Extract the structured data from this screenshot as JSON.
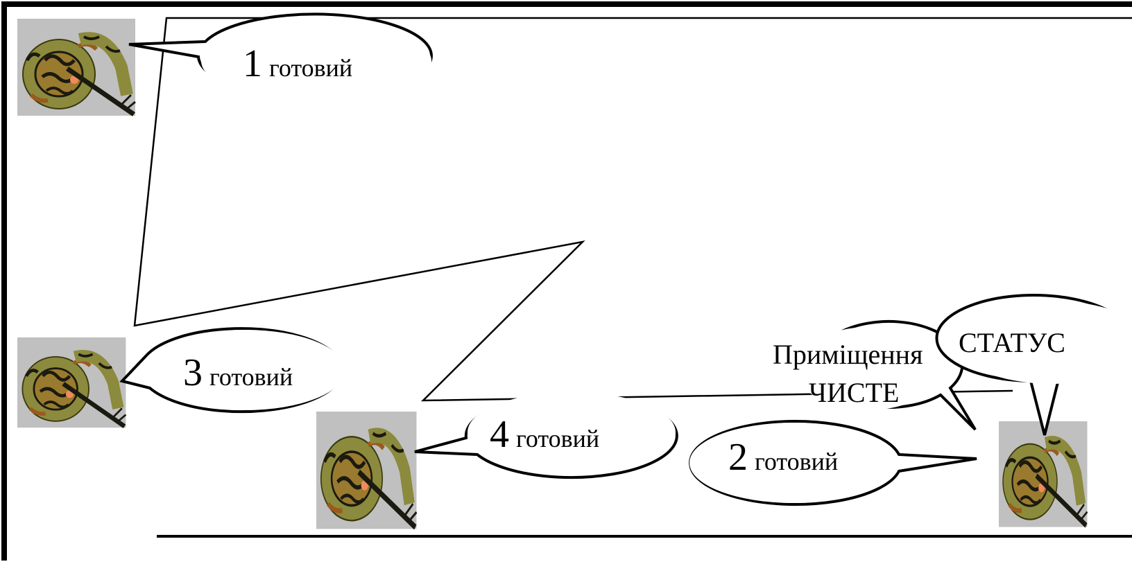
{
  "bubbles": {
    "b1": {
      "number": "1",
      "status": "готовий"
    },
    "b2": {
      "number": "2",
      "status": "готовий"
    },
    "b3": {
      "number": "3",
      "status": "готовий"
    },
    "b4": {
      "number": "4",
      "status": "готовий"
    },
    "room": {
      "line1": "Приміщення",
      "line2": "ЧИСТЕ"
    },
    "status": {
      "label": "СТАТУС"
    }
  },
  "icons": {
    "soldier": "soldier-helmet-rifle-icon"
  },
  "colors": {
    "icon_bg": "#c0c0c0",
    "camo_base": "#8c8a3c",
    "camo_brown": "#9a5a1e",
    "camo_black": "#1a1a10",
    "skin": "#f08a5a"
  }
}
